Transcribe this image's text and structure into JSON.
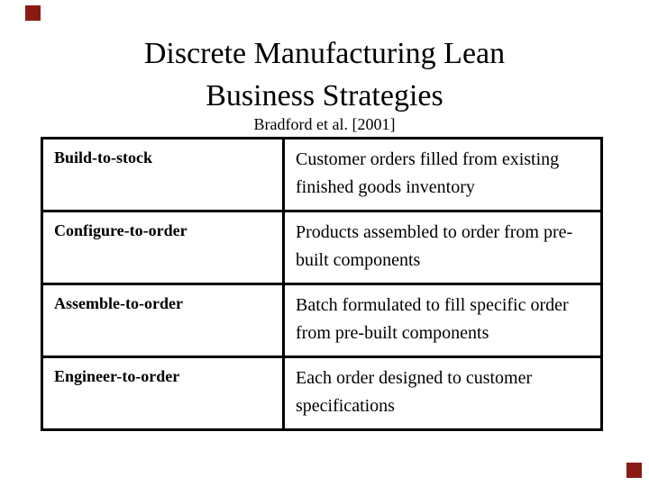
{
  "slide": {
    "title_line1": "Discrete Manufacturing Lean",
    "title_line2": "Business Strategies",
    "citation": "Bradford et al. [2001]",
    "accent_color": "#8b1a14",
    "background_color": "#ffffff",
    "text_color": "#000000"
  },
  "table": {
    "rows": [
      {
        "strategy": "Build-to-stock",
        "description": "Customer orders filled from existing finished goods inventory"
      },
      {
        "strategy": "Configure-to-order",
        "description": "Products assembled to order from pre-built components"
      },
      {
        "strategy": "Assemble-to-order",
        "description": "Batch formulated to fill specific order from pre-built components"
      },
      {
        "strategy": "Engineer-to-order",
        "description": "Each order designed to customer specifications"
      }
    ]
  }
}
